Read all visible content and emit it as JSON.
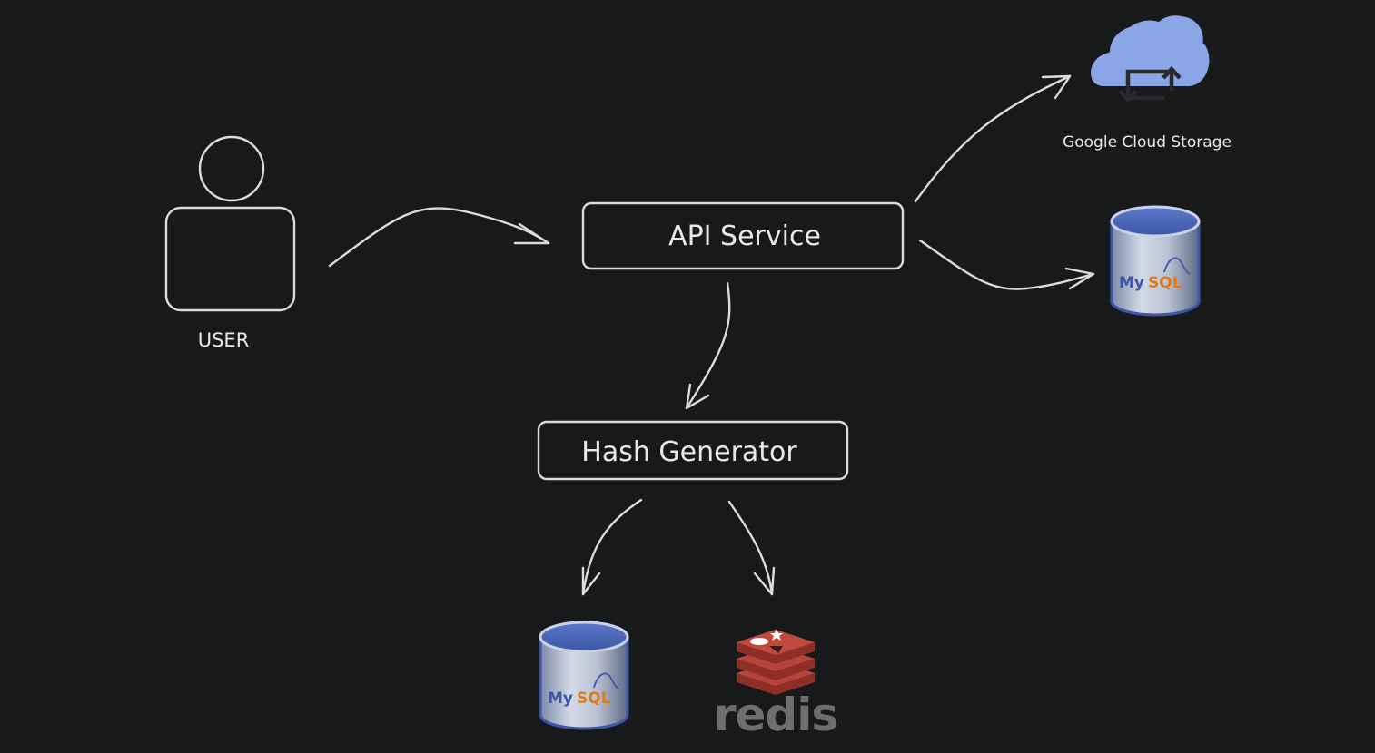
{
  "diagram": {
    "user": {
      "label": "USER"
    },
    "api_service": {
      "label": "API Service"
    },
    "hash_generator": {
      "label": "Hash Generator"
    },
    "gcs": {
      "label": "Google Cloud Storage"
    },
    "mysql_logo_text": {
      "my": "My",
      "sql": "SQL"
    },
    "redis_logo_text": "redis"
  },
  "colors": {
    "background": "#18191b",
    "stroke": "#dcdcdc",
    "cloud": "#8aa6e6",
    "mysql_blue": "#4a66b8",
    "mysql_orange": "#e07a1a",
    "redis_red": "#b5453a",
    "redis_text": "#6e6e6e"
  }
}
